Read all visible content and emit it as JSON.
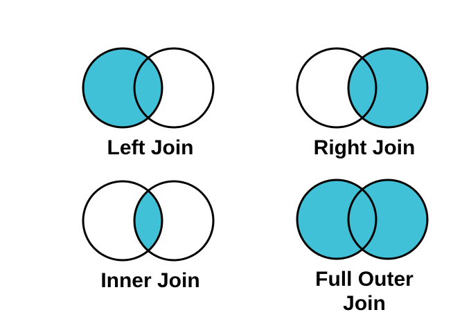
{
  "colors": {
    "accent": "#41C1D8",
    "outline": "#000000",
    "background": "#FFFFFF"
  },
  "diagrams": [
    {
      "id": "left-join",
      "label": "Left Join",
      "left_circle_fill": "#41C1D8",
      "right_circle_fill": "none",
      "intersection_fill": "none"
    },
    {
      "id": "right-join",
      "label": "Right Join",
      "left_circle_fill": "none",
      "right_circle_fill": "#41C1D8",
      "intersection_fill": "none"
    },
    {
      "id": "inner-join",
      "label": "Inner Join",
      "left_circle_fill": "none",
      "right_circle_fill": "none",
      "intersection_fill": "#41C1D8"
    },
    {
      "id": "full-outer-join",
      "label": "Full Outer Join",
      "left_circle_fill": "#41C1D8",
      "right_circle_fill": "#41C1D8",
      "intersection_fill": "none"
    }
  ]
}
